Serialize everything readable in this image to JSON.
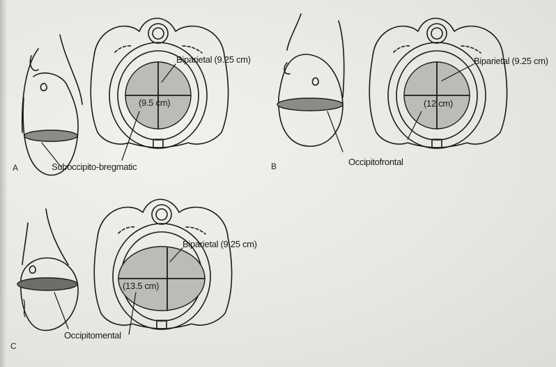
{
  "panels": [
    {
      "letter": "A",
      "biparietal_label": "Biparietal (9.25 cm)",
      "diameter_label": "(9.5 cm)",
      "presenting_label": "Suboccipito-bregmatic"
    },
    {
      "letter": "B",
      "biparietal_label": "Biparietal (9.25 cm)",
      "diameter_label": "(12 cm)",
      "presenting_label": "Occipitofrontal"
    },
    {
      "letter": "C",
      "biparietal_label": "Biparietal (9.25 cm)",
      "diameter_label": "(13.5 cm)",
      "presenting_label": "Occipitomental"
    }
  ],
  "colors": {
    "ink": "#1a1a1a",
    "shading": "#8c8c87",
    "paper": "#e9e9e6"
  }
}
